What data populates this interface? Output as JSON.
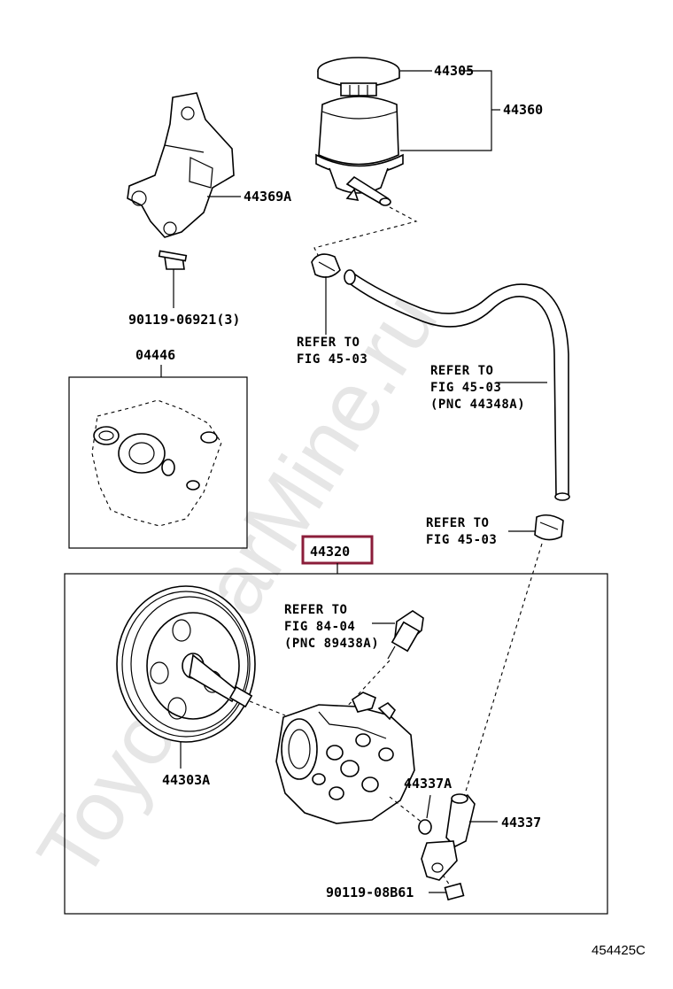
{
  "watermark": "ToyotaCarMine.ru",
  "figure_number": "454425C",
  "parts": {
    "cap": "44305",
    "reservoir": "44360",
    "bracket": "44369A",
    "bracket_bolt": "90119-06921(3)",
    "gasket_kit": "04446",
    "pump_assy": "44320",
    "pulley": "44303A",
    "o_ring": "44337A",
    "union": "44337",
    "union_bolt": "90119-08B61"
  },
  "refs": {
    "clamp_upper": [
      "REFER TO",
      "FIG 45-03"
    ],
    "hose": [
      "REFER TO",
      "FIG 45-03",
      "(PNC 44348A)"
    ],
    "clamp_lower": [
      "REFER TO",
      "FIG 45-03"
    ],
    "pressure_switch": [
      "REFER TO",
      "FIG 84-04",
      "(PNC 89438A)"
    ]
  }
}
